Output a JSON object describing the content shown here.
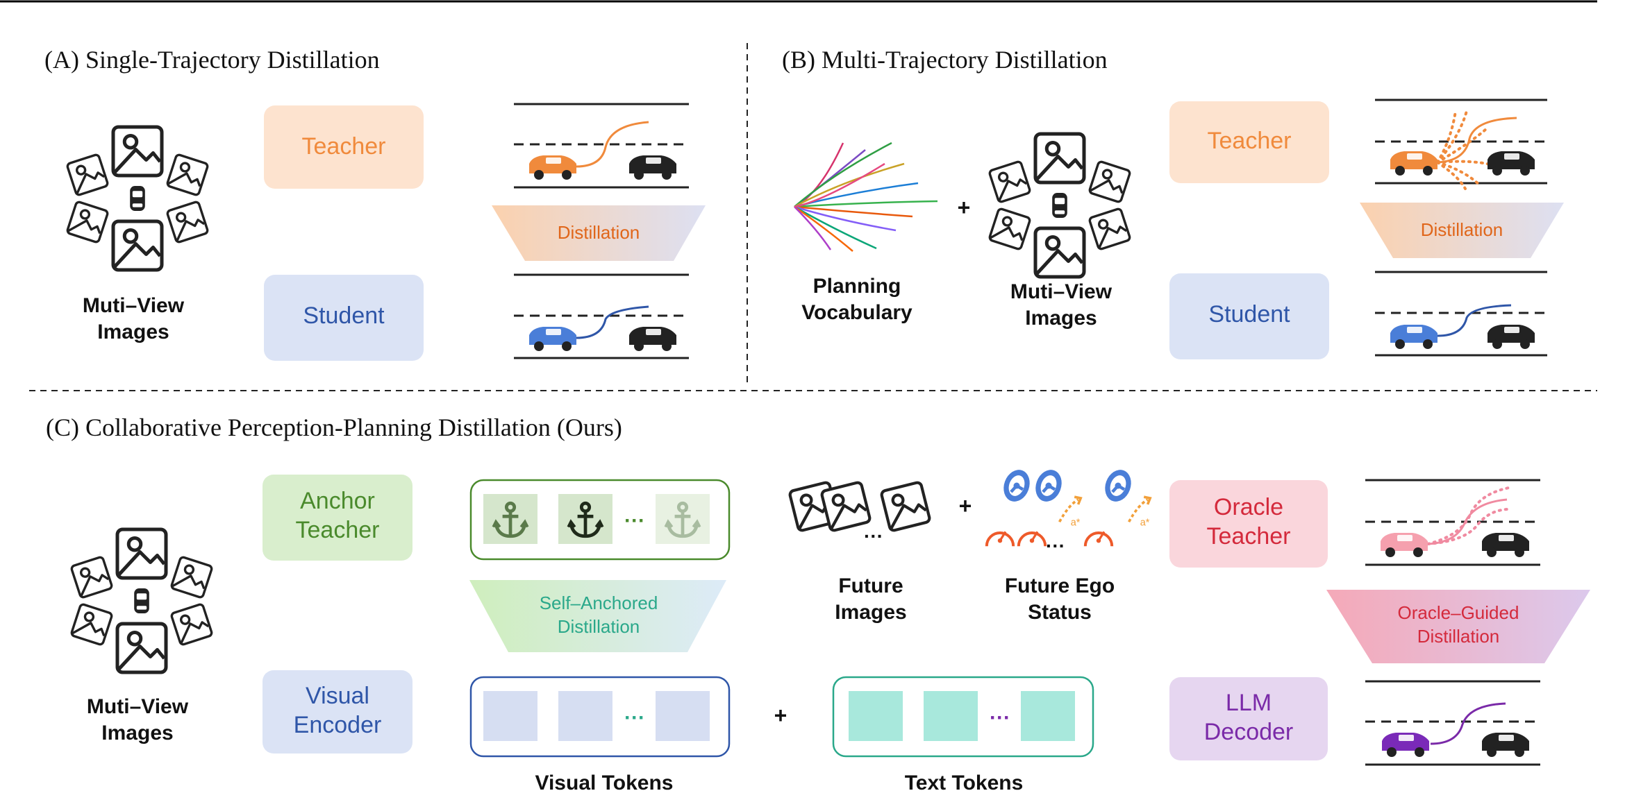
{
  "panels": {
    "a": {
      "title": "(A) Single-Trajectory Distillation",
      "input_label_1": "Muti–View",
      "input_label_2": "Images",
      "teacher": "Teacher",
      "student": "Student",
      "distill": "Distillation"
    },
    "b": {
      "title": "(B) Multi-Trajectory Distillation",
      "vocab_label_1": "Planning",
      "vocab_label_2": "Vocabulary",
      "plus": "+",
      "input_label_1": "Muti–View",
      "input_label_2": "Images",
      "teacher": "Teacher",
      "student": "Student",
      "distill": "Distillation"
    },
    "c": {
      "title": "(C) Collaborative Perception-Planning Distillation (Ours)",
      "input_label_1": "Muti–View",
      "input_label_2": "Images",
      "anchor_teacher_1": "Anchor",
      "anchor_teacher_2": "Teacher",
      "visual_encoder_1": "Visual",
      "visual_encoder_2": "Encoder",
      "self_anchored_1": "Self–Anchored",
      "self_anchored_2": "Distillation",
      "ellipsis": "···",
      "plus": "+",
      "visual_tokens": "Visual Tokens",
      "text_tokens": "Text Tokens",
      "future_images_1": "Future",
      "future_images_2": "Images",
      "future_ego_1": "Future Ego",
      "future_ego_2": "Status",
      "oracle_teacher_1": "Oracle",
      "oracle_teacher_2": "Teacher",
      "llm_decoder_1": "LLM",
      "llm_decoder_2": "Decoder",
      "oracle_guided_1": "Oracle–Guided",
      "oracle_guided_2": "Distillation"
    }
  },
  "colors": {
    "teacher_orange": "#f08a3c",
    "student_blue": "#2f56a8",
    "anchor_green": "#4a8a2c",
    "oracle_red": "#d42a3c",
    "llm_purple": "#7a2aa8",
    "teal": "#2aa88a"
  },
  "icons": [
    "multi-view-images-icon",
    "car-icon",
    "anchor-icon",
    "steering-wheel-icon",
    "speedometer-icon",
    "acceleration-icon",
    "trajectory-fan-icon"
  ]
}
